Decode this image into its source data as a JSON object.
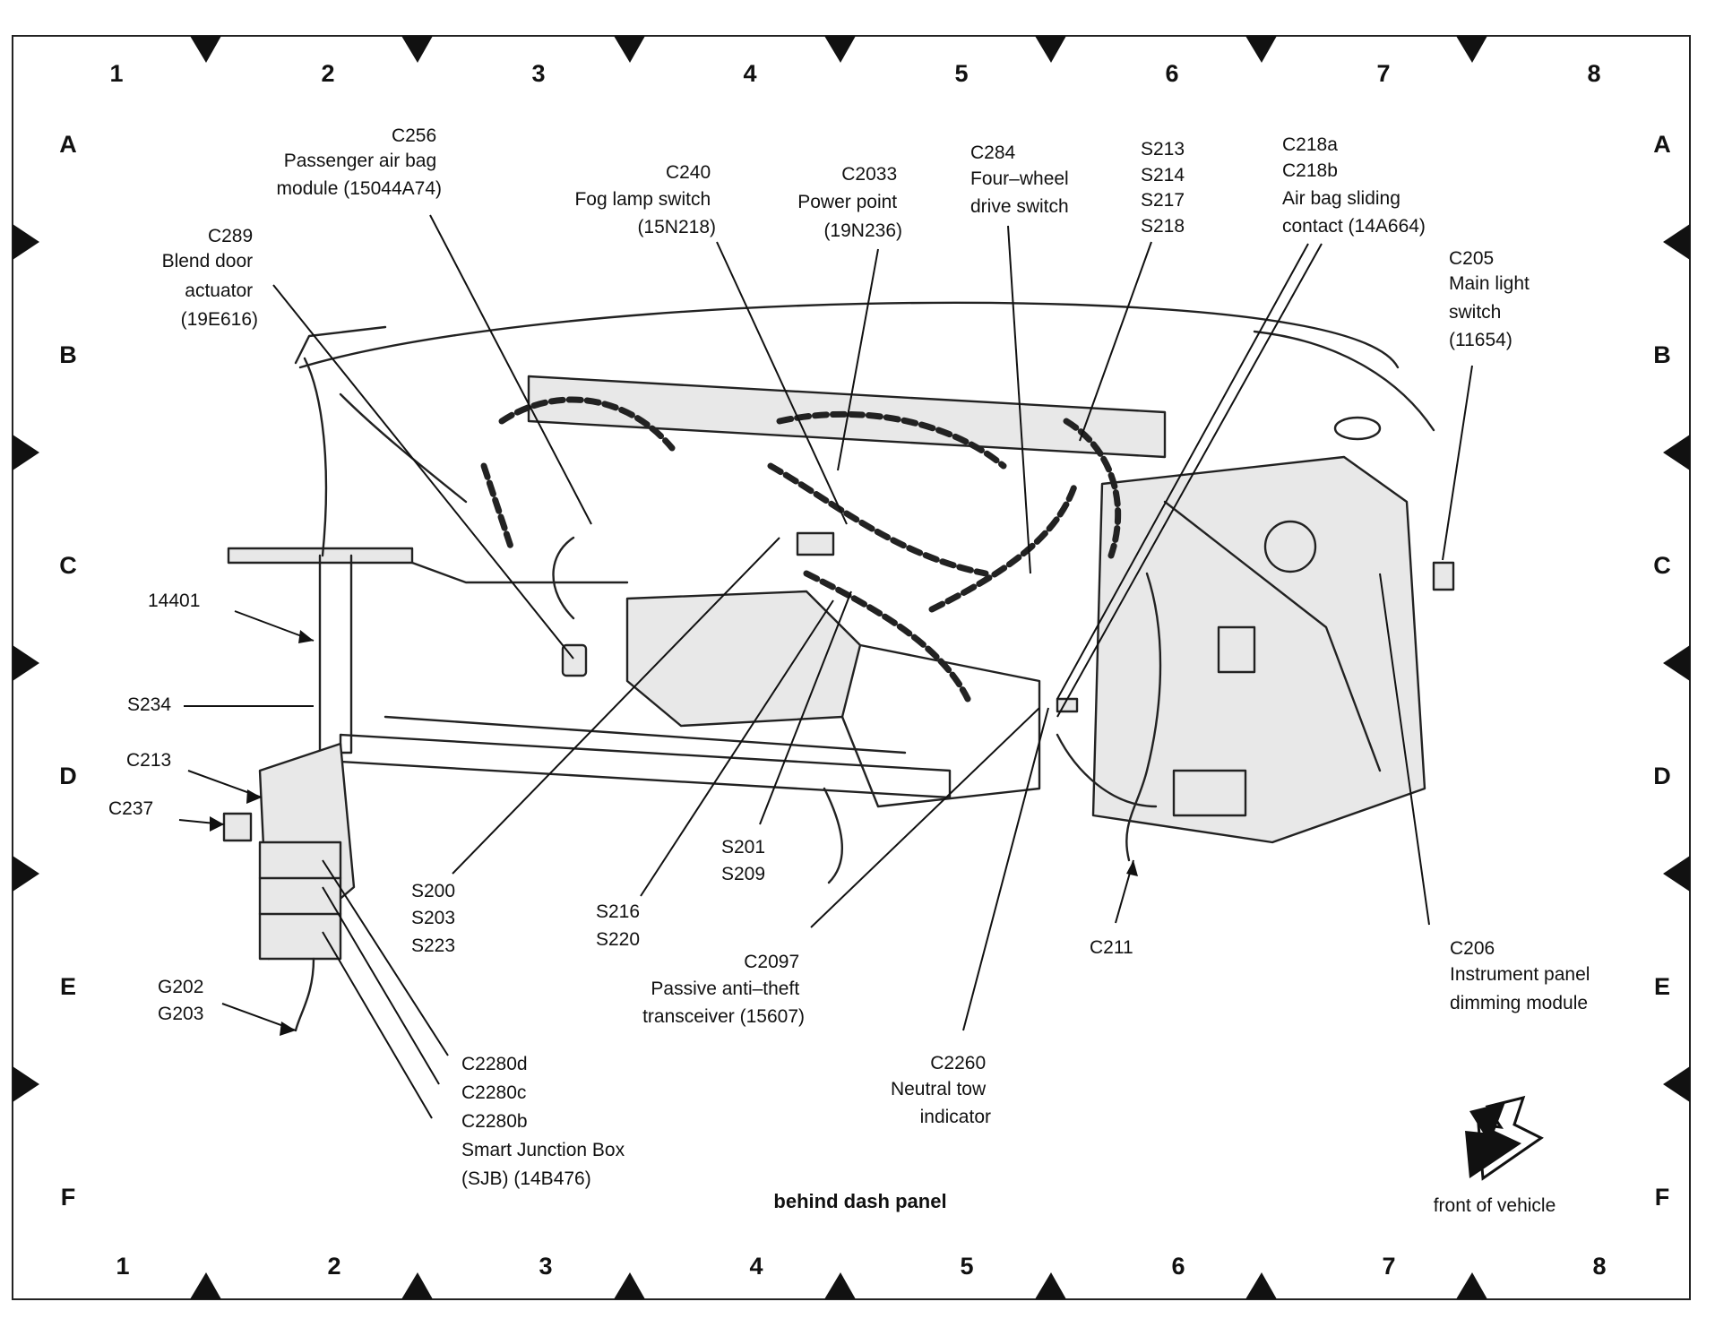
{
  "grid": {
    "columns": [
      "1",
      "2",
      "3",
      "4",
      "5",
      "6",
      "7",
      "8"
    ],
    "rows": [
      "A",
      "B",
      "C",
      "D",
      "E",
      "F"
    ]
  },
  "caption": "behind dash panel",
  "orientation_label": "front of vehicle",
  "callouts": [
    {
      "id": "c256",
      "lines": [
        "C256",
        "Passenger air bag",
        "module (15044A74)"
      ]
    },
    {
      "id": "c240",
      "lines": [
        "C240",
        "Fog lamp switch",
        "(15N218)"
      ]
    },
    {
      "id": "c2033",
      "lines": [
        "C2033",
        "Power point",
        "(19N236)"
      ]
    },
    {
      "id": "c284",
      "lines": [
        "C284",
        "Four–wheel",
        "drive switch"
      ]
    },
    {
      "id": "s213",
      "lines": [
        "S213",
        "S214",
        "S217",
        "S218"
      ]
    },
    {
      "id": "c218",
      "lines": [
        "C218a",
        "C218b",
        "Air bag sliding",
        "contact (14A664)"
      ]
    },
    {
      "id": "c289",
      "lines": [
        "C289",
        "Blend door",
        "actuator",
        "(19E616)"
      ]
    },
    {
      "id": "c205",
      "lines": [
        "C205",
        "Main light",
        "switch",
        "(11654)"
      ]
    },
    {
      "id": "n14401",
      "lines": [
        "14401"
      ]
    },
    {
      "id": "s234",
      "lines": [
        "S234"
      ]
    },
    {
      "id": "c213",
      "lines": [
        "C213"
      ]
    },
    {
      "id": "c237",
      "lines": [
        "C237"
      ]
    },
    {
      "id": "g202",
      "lines": [
        "G202",
        "G203"
      ]
    },
    {
      "id": "s200",
      "lines": [
        "S200",
        "S203",
        "S223"
      ]
    },
    {
      "id": "s216",
      "lines": [
        "S216",
        "S220"
      ]
    },
    {
      "id": "s201",
      "lines": [
        "S201",
        "S209"
      ]
    },
    {
      "id": "c2097",
      "lines": [
        "C2097",
        "Passive anti–theft",
        "transceiver (15607)"
      ]
    },
    {
      "id": "c211",
      "lines": [
        "C211"
      ]
    },
    {
      "id": "c206",
      "lines": [
        "C206",
        "Instrument panel",
        "dimming module"
      ]
    },
    {
      "id": "c2260",
      "lines": [
        "C2260",
        "Neutral tow",
        "indicator"
      ]
    },
    {
      "id": "c2280",
      "lines": [
        "C2280d",
        "C2280c",
        "C2280b",
        "Smart Junction Box",
        "(SJB) (14B476)"
      ]
    }
  ]
}
